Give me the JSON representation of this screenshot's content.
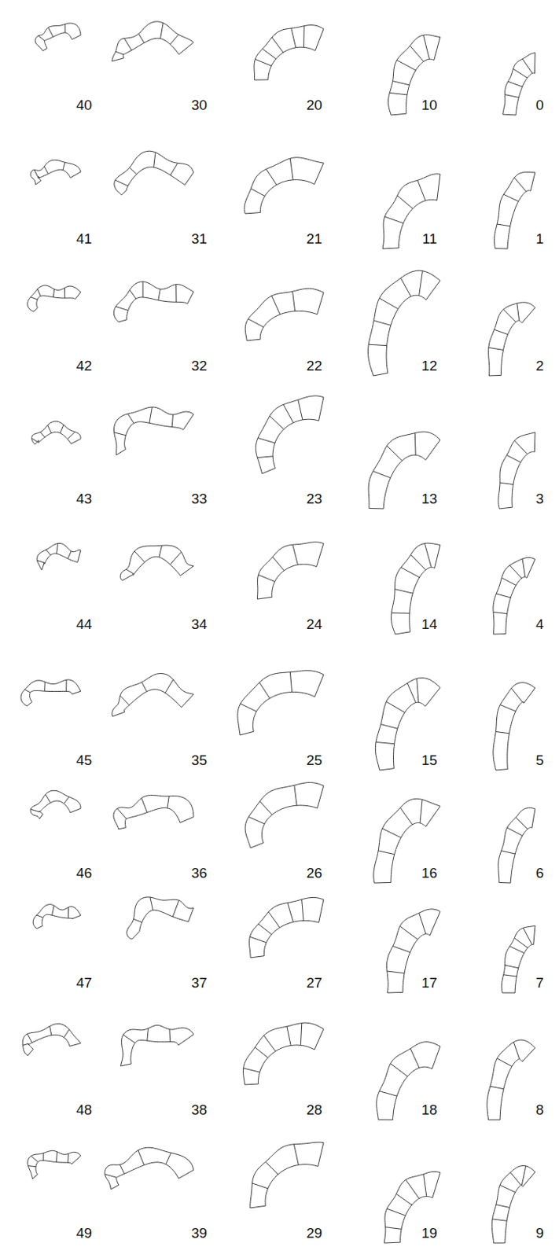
{
  "diagram": {
    "labels": [
      "40",
      "30",
      "20",
      "10",
      "0",
      "41",
      "31",
      "21",
      "11",
      "1",
      "42",
      "32",
      "22",
      "12",
      "2",
      "43",
      "33",
      "23",
      "13",
      "3",
      "44",
      "34",
      "24",
      "14",
      "4",
      "45",
      "35",
      "25",
      "15",
      "5",
      "46",
      "36",
      "26",
      "16",
      "6",
      "47",
      "37",
      "27",
      "17",
      "7",
      "48",
      "38",
      "28",
      "18",
      "8",
      "49",
      "39",
      "29",
      "19",
      "9"
    ]
  }
}
